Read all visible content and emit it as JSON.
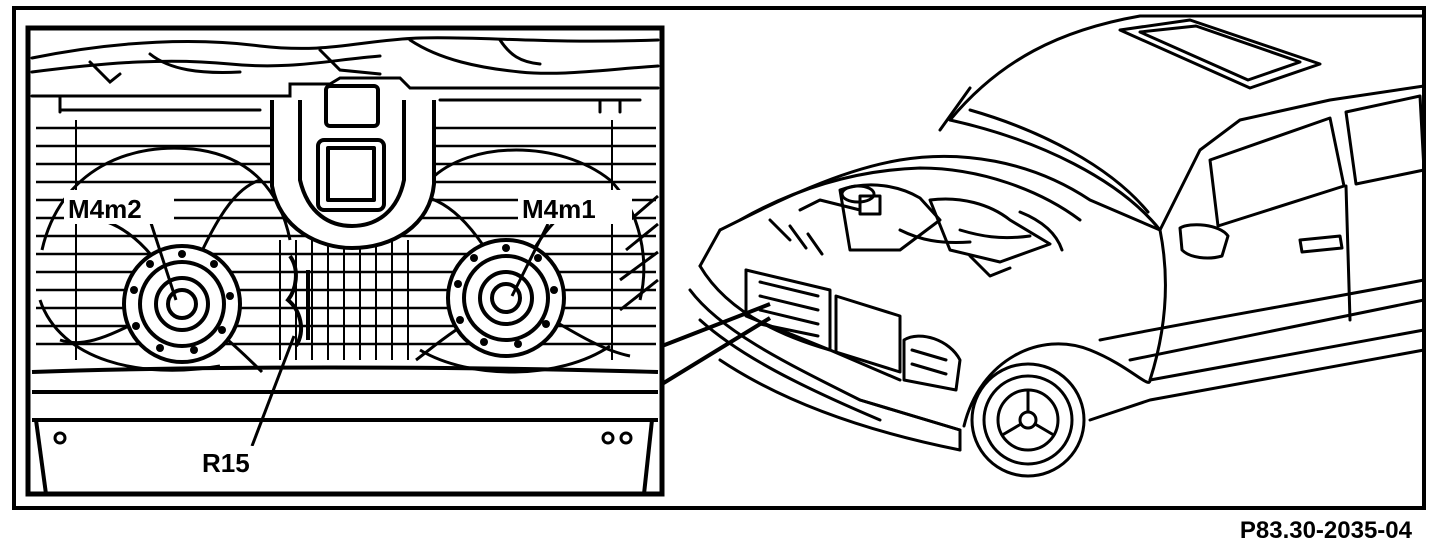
{
  "labels": {
    "left_fan": "M4m2",
    "right_fan": "M4m1",
    "resistor": "R15"
  },
  "figure_ref": "P83.30-2035-04",
  "colors": {
    "ink": "#000000",
    "paper": "#ffffff"
  }
}
